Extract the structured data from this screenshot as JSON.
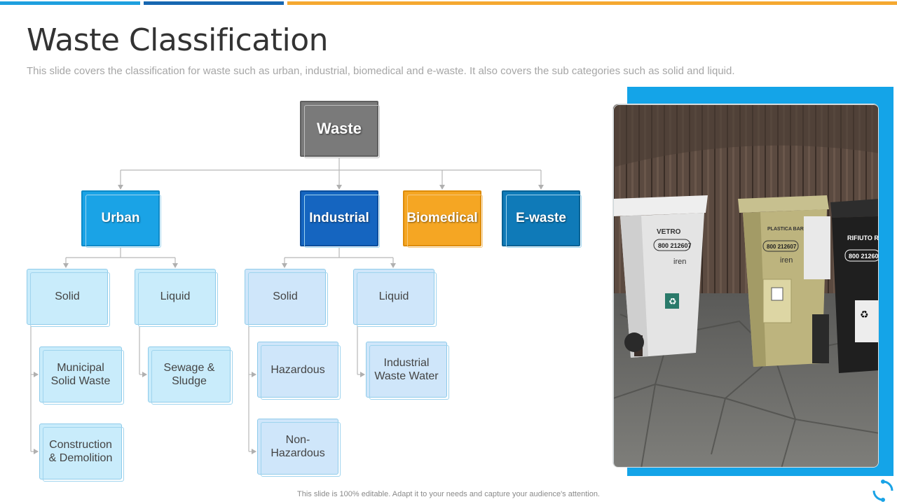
{
  "header": {
    "title": "Waste Classification",
    "subtitle": "This slide covers the classification for waste such as urban, industrial, biomedical and e-waste. It also covers the sub categories such as solid and liquid."
  },
  "tree": {
    "root": "Waste",
    "categories": {
      "urban": "Urban",
      "industrial": "Industrial",
      "biomedical": "Biomedical",
      "ewaste": "E-waste"
    },
    "urban": {
      "solid": "Solid",
      "liquid": "Liquid",
      "municipal": "Municipal Solid Waste",
      "construction": "Construction & Demolition",
      "sewage": "Sewage & Sludge"
    },
    "industrial": {
      "solid": "Solid",
      "liquid": "Liquid",
      "hazardous": "Hazardous",
      "non_hazardous": "Non-Hazardous",
      "waste_water": "Industrial Waste Water"
    }
  },
  "photo": {
    "bin_labels": [
      "VETRO",
      "PLASTICA BARATTOLAME",
      "RIFIUTO RESIDUO"
    ],
    "phone": "800 212607",
    "brand": "iren"
  },
  "footer": {
    "note": "This slide is 100% editable. Adapt it to your needs and capture your audience's attention."
  },
  "colors": {
    "bar_blue": "#1ea0df",
    "bar_navy": "#1767b1",
    "bar_orange": "#f5a830",
    "urban": "#1aa3e6",
    "industrial": "#1565c0",
    "biomedical": "#f5a623",
    "ewaste": "#0f7ab8",
    "root": "#7a7a7a",
    "frame": "#14a4e8"
  }
}
